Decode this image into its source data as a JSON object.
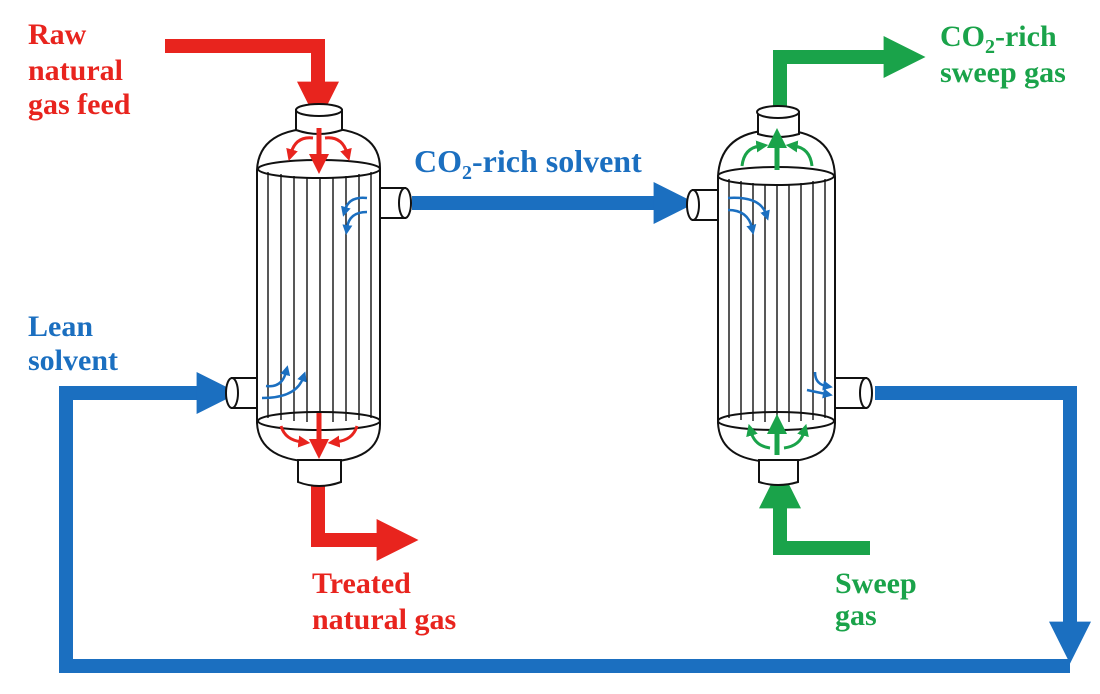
{
  "labels": {
    "raw_feed": [
      "Raw",
      "natural",
      "gas feed"
    ],
    "treated": [
      "Treated",
      "natural gas"
    ],
    "lean": [
      "Lean",
      "solvent"
    ],
    "rich_solvent": {
      "pre": "CO",
      "sub": "2",
      "post": "-rich solvent"
    },
    "rich_sweep": {
      "pre": "CO",
      "sub": "2",
      "post": "-rich",
      "line2": "sweep gas"
    },
    "sweep": [
      "Sweep",
      "gas"
    ]
  },
  "colors": {
    "natural_gas": "#e8241e",
    "solvent": "#1b6fc0",
    "sweep_gas": "#1aa34a",
    "outline": "#111111"
  },
  "icons": {
    "absorber": "hollow-fiber-membrane-contactor",
    "stripper": "hollow-fiber-membrane-contactor"
  }
}
